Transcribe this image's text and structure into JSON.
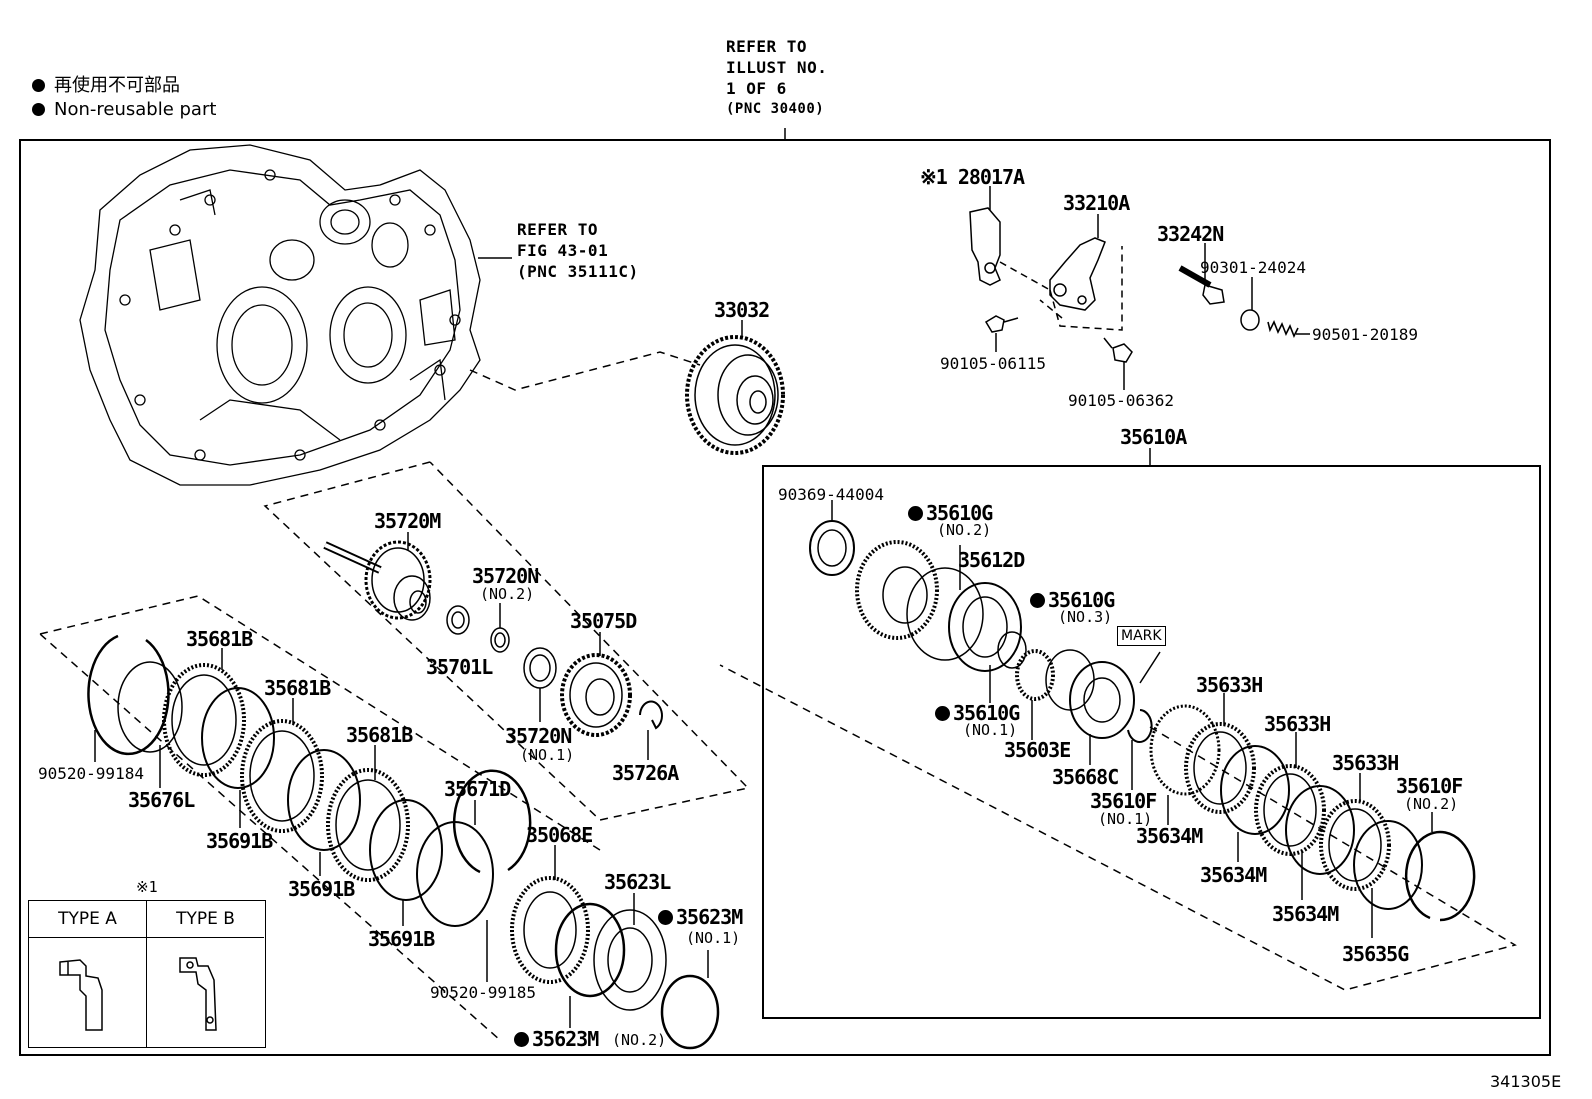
{
  "legend": {
    "items": [
      {
        "label": "再使用不可部品"
      },
      {
        "label": "Non-reusable part"
      }
    ]
  },
  "refer_main": {
    "lines": [
      "REFER TO",
      "ILLUST NO.",
      "1 OF 6",
      "(PNC 30400)"
    ]
  },
  "refer_case": {
    "lines": [
      "REFER TO",
      "FIG 43-01",
      "(PNC 35111C)"
    ]
  },
  "type_box": {
    "note": "※1",
    "type_a": "TYPE A",
    "type_b": "TYPE B"
  },
  "mark_label": "MARK",
  "footer_code": "341305E",
  "callouts": {
    "p28017A": "※1 28017A",
    "p33210A": "33210A",
    "p33242N": "33242N",
    "p90301": "90301-24024",
    "p90501": "90501-20189",
    "p90105a": "90105-06115",
    "p90105b": "90105-06362",
    "p33032": "33032",
    "p35610A": "35610A",
    "p90369": "90369-44004",
    "p35610G2": "35610G",
    "p35610G2_sub": "(NO.2)",
    "p35612D": "35612D",
    "p35610G3": "35610G",
    "p35610G3_sub": "(NO.3)",
    "p35610G1": "35610G",
    "p35610G1_sub": "(NO.1)",
    "p35603E": "35603E",
    "p35668C": "35668C",
    "p35610F1": "35610F",
    "p35610F1_sub": "(NO.1)",
    "p35634M_a": "35634M",
    "p35633H_a": "35633H",
    "p35634M_b": "35634M",
    "p35633H_b": "35633H",
    "p35634M_c": "35634M",
    "p35633H_c": "35633H",
    "p35610F2": "35610F",
    "p35610F2_sub": "(NO.2)",
    "p35635G": "35635G",
    "p35720M": "35720M",
    "p35720N2": "35720N",
    "p35720N2_sub": "(NO.2)",
    "p35701L": "35701L",
    "p35075D": "35075D",
    "p35720N1": "35720N",
    "p35720N1_sub": "(NO.1)",
    "p35726A": "35726A",
    "p35681B_a": "35681B",
    "p35681B_b": "35681B",
    "p35681B_c": "35681B",
    "p90520a": "90520-99184",
    "p35676L": "35676L",
    "p35691B_a": "35691B",
    "p35691B_b": "35691B",
    "p35691B_c": "35691B",
    "p35671D": "35671D",
    "p35068E": "35068E",
    "p35623L": "35623L",
    "p35623M1": "35623M",
    "p35623M1_sub": "(NO.1)",
    "p90520b": "90520-99185",
    "p35623M2": "35623M",
    "p35623M2_sub": "(NO.2)"
  }
}
